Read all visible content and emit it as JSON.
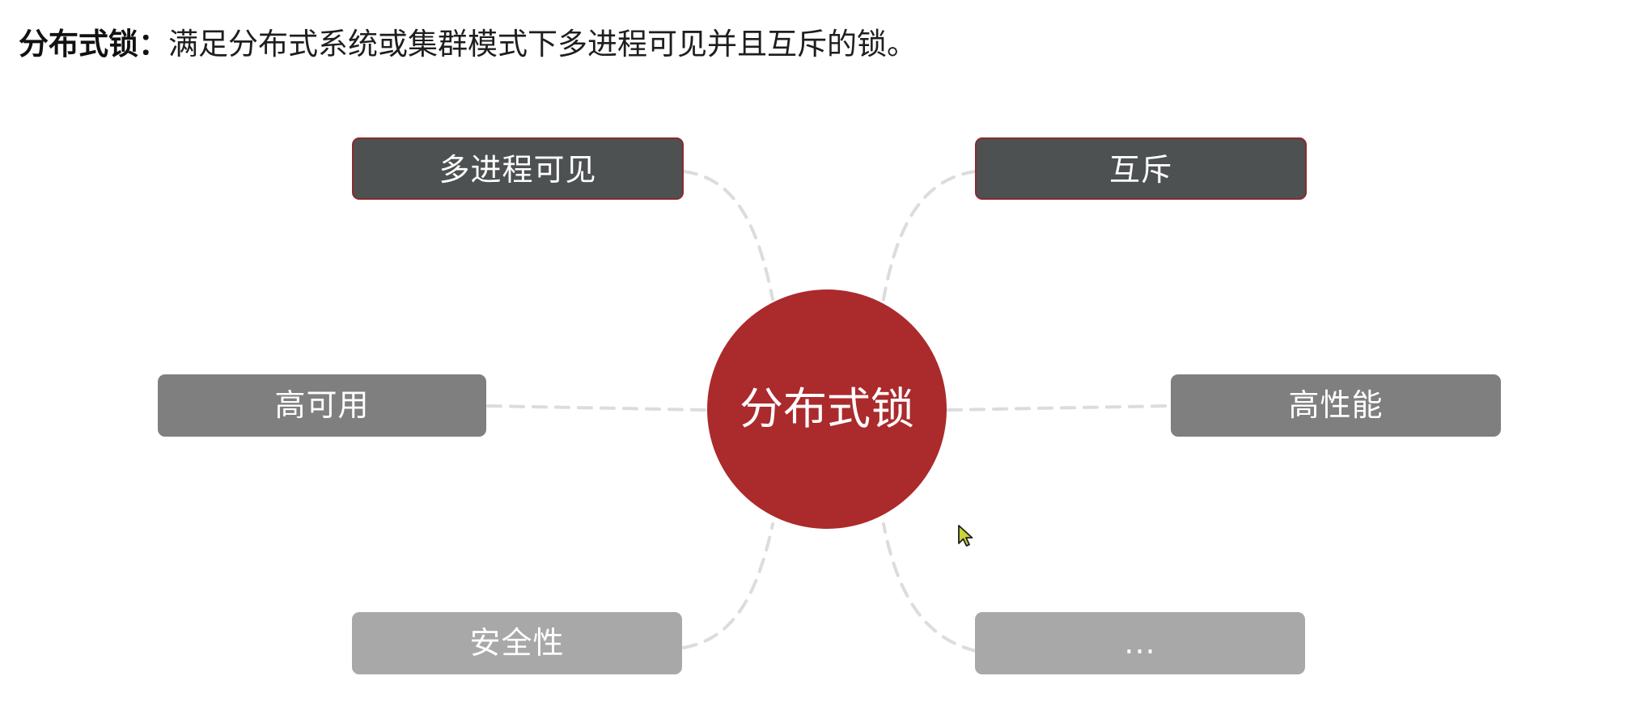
{
  "headline": {
    "term": "分布式锁",
    "colon": "：",
    "definition": "满足分布式系统或集群模式下多进程可见并且互斥的锁。"
  },
  "diagram": {
    "center": "分布式锁",
    "nodes": {
      "top_left": "多进程可见",
      "top_right": "互斥",
      "middle_left": "高可用",
      "middle_right": "高性能",
      "bottom_left": "安全性",
      "bottom_right": "..."
    }
  },
  "colors": {
    "center": "#ab2a2c",
    "dark_node": "#4e5151",
    "dark_node_border": "#8a2a2e",
    "mid_node": "#7f7f7f",
    "light_node": "#a8a8a8",
    "connector": "#dcdcdc"
  },
  "cursor": {
    "icon": "mouse-pointer-icon"
  }
}
